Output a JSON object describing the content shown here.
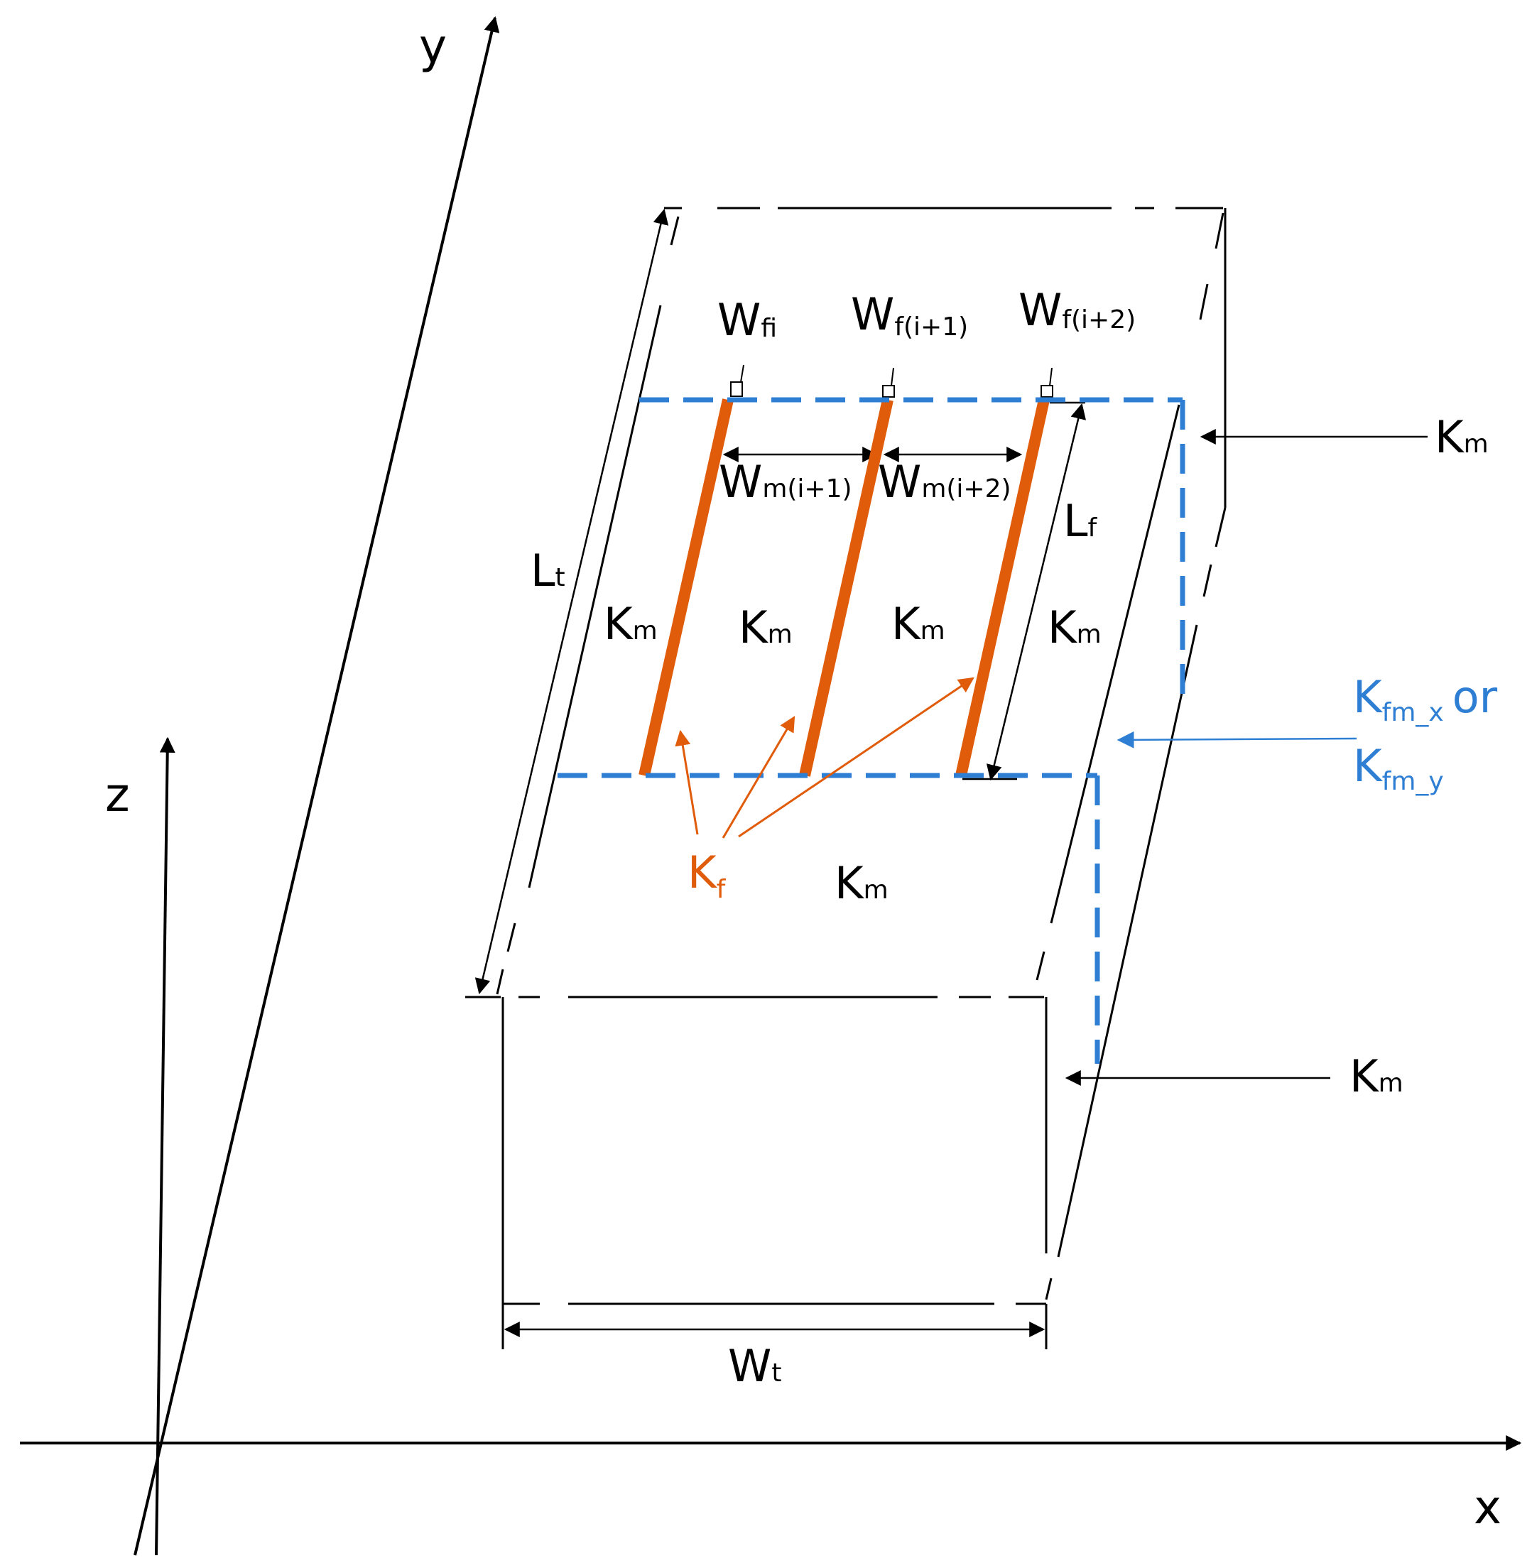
{
  "colors": {
    "fiber": "#e05b0a",
    "interface": "#2e7fd4",
    "line": "#000000"
  },
  "axes": {
    "x": "x",
    "y": "y",
    "z": "z"
  },
  "fibers": [
    {
      "main": "W",
      "sub": "fi"
    },
    {
      "main": "W",
      "sub": "f(i+1)"
    },
    {
      "main": "W",
      "sub": "f(i+2)"
    }
  ],
  "spacings": [
    {
      "main": "W",
      "sub": "m(i+1)"
    },
    {
      "main": "W",
      "sub": "m(i+2)"
    }
  ],
  "lengths": {
    "total": {
      "main": "L",
      "sub": "t"
    },
    "fiber": {
      "main": "L",
      "sub": "f"
    },
    "width": {
      "main": "W",
      "sub": "t"
    }
  },
  "matrix": {
    "main": "K",
    "sub": "m"
  },
  "fiber_stiffness": {
    "main": "K",
    "sub": "f"
  },
  "interface": {
    "main": "K",
    "sub_x": "fm_x",
    "or": "or",
    "sub_y": "fm_y"
  }
}
